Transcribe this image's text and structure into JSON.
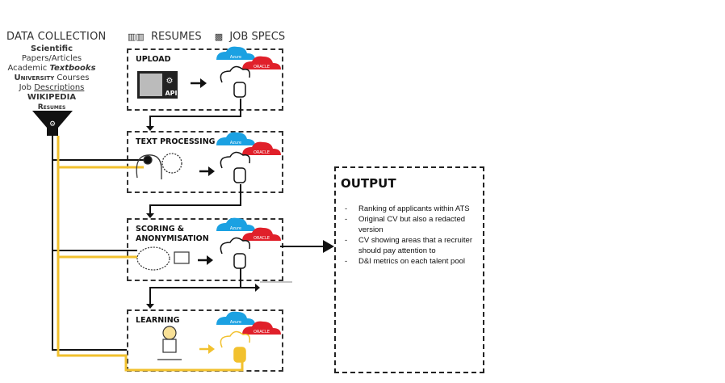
{
  "data_collection": {
    "title": "DATA COLLECTION",
    "sources": [
      {
        "a": "Scientific",
        "b": " Papers/Articles"
      },
      {
        "a": "Academic ",
        "b": "Textbooks"
      },
      {
        "a": "University",
        "b": " Courses"
      },
      {
        "a": "Job ",
        "b": "Descriptions"
      },
      {
        "a": "WIKIPEDIA",
        "b": ""
      },
      {
        "a": "Resumes",
        "b": ""
      }
    ]
  },
  "top_labels": {
    "resumes": "RESUMES",
    "job_specs": "JOB SPECS"
  },
  "stages": [
    {
      "title": "UPLOAD"
    },
    {
      "title": "TEXT PROCESSING"
    },
    {
      "title": "SCORING &"
    },
    {
      "title": "LEARNING"
    }
  ],
  "stage3_line2": "ANONYMISATION",
  "cloud_labels": {
    "azure": "Azure",
    "oracle": "ORACLE"
  },
  "api_label": "API",
  "output": {
    "title": "OUTPUT",
    "items": [
      "Ranking of applicants within ATS",
      "Original CV but also a redacted version",
      "CV showing areas that a recruiter should pay attention to",
      "D&I metrics on each talent pool"
    ]
  },
  "colors": {
    "accent_yellow": "#f2c12e",
    "azure_blue": "#1ba1e2",
    "oracle_red": "#e0202a",
    "line": "#111111"
  }
}
